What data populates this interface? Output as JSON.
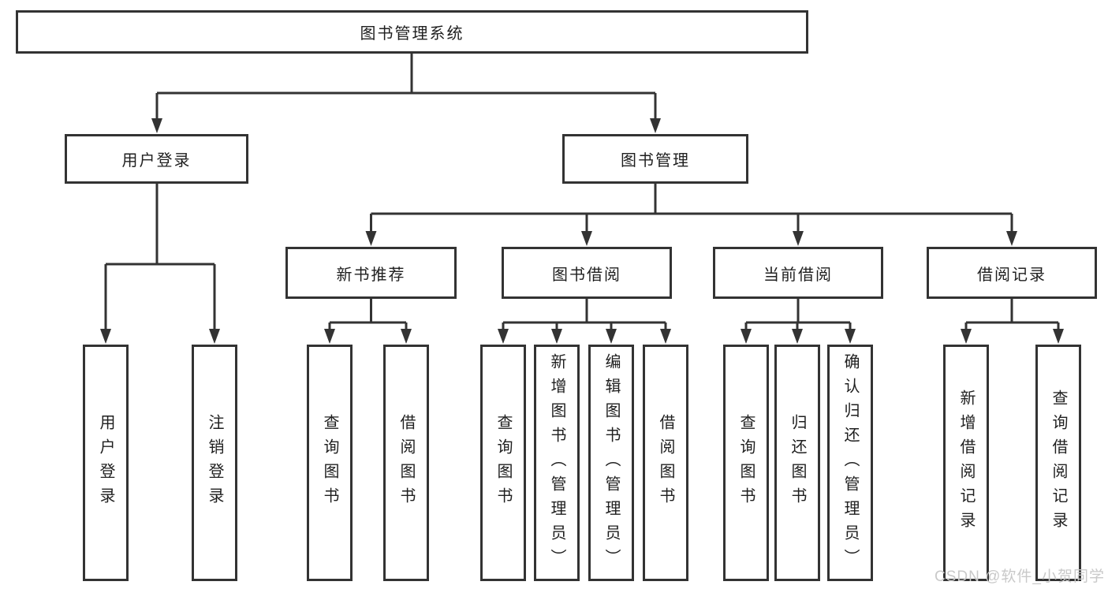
{
  "colors": {
    "line_color": "#333333",
    "text_color": "#1f1f1f",
    "box_bg": "#ffffff",
    "watermark_color": "#c9c9c9"
  },
  "tree": {
    "label": "图书管理系统",
    "children": [
      {
        "label": "用户登录",
        "children": [
          {
            "label": "用户登录"
          },
          {
            "label": "注销登录"
          }
        ]
      },
      {
        "label": "图书管理",
        "children": [
          {
            "label": "新书推荐",
            "children": [
              {
                "label": "查询图书"
              },
              {
                "label": "借阅图书"
              }
            ]
          },
          {
            "label": "图书借阅",
            "children": [
              {
                "label": "查询图书"
              },
              {
                "label": "新增图书（管理员）"
              },
              {
                "label": "编辑图书（管理员）"
              },
              {
                "label": "借阅图书"
              }
            ]
          },
          {
            "label": "当前借阅",
            "children": [
              {
                "label": "查询图书"
              },
              {
                "label": "归还图书"
              },
              {
                "label": "确认归还（管理员）"
              }
            ]
          },
          {
            "label": "借阅记录",
            "children": [
              {
                "label": "新增借阅记录"
              },
              {
                "label": "查询借阅记录"
              }
            ]
          }
        ]
      }
    ]
  },
  "watermark": "CSDN @软件_小贺同学"
}
